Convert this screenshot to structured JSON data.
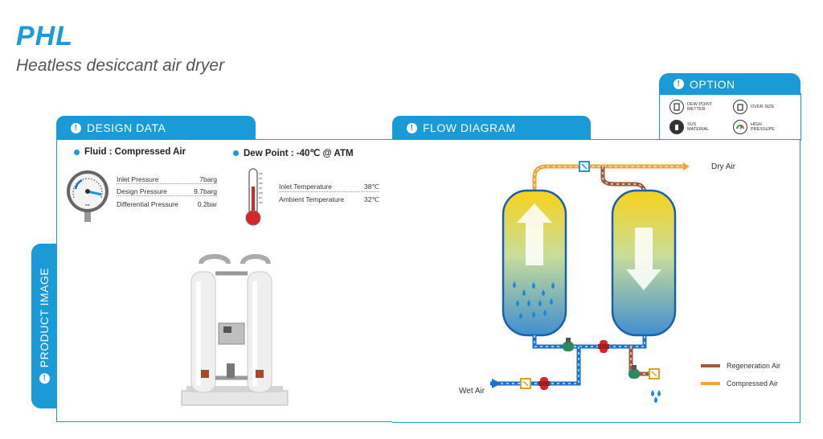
{
  "header": {
    "title": "PHL",
    "subtitle": "Heatless desiccant air dryer"
  },
  "design_data": {
    "tab_label": "DESIGN DATA",
    "fluid": "Fluid : Compressed Air",
    "dew_point": "Dew Point : -40℃ @ ATM",
    "pressure_specs": [
      {
        "label": "Inlet Pressure",
        "value": "7barg"
      },
      {
        "label": "Design Pressure",
        "value": "9.7barg"
      },
      {
        "label": "Differential Pressure",
        "value": "0.2bar"
      }
    ],
    "temperature_specs": [
      {
        "label": "Inlet Temperature",
        "value": "38℃"
      },
      {
        "label": "Ambient Temperature",
        "value": "32℃"
      }
    ]
  },
  "product_image": {
    "tab_label": "PRODUCT IMAGE"
  },
  "flow_diagram": {
    "tab_label": "FLOW DIAGRAM",
    "dry_air": "Dry Air",
    "wet_air": "Wet Air",
    "legend": [
      {
        "label": "Regeneration Air",
        "color": "#9b5a3c"
      },
      {
        "label": "Compressed Air",
        "color": "#f2a33a"
      }
    ]
  },
  "option": {
    "tab_label": "OPTION",
    "items": [
      {
        "line1": "DEW POINT",
        "line2": "METTER",
        "icon": "dew-point-meter-icon"
      },
      {
        "line1": "OVER SIZE",
        "line2": "",
        "icon": "over-size-icon"
      },
      {
        "line1": "SUS",
        "line2": "MATERIAL",
        "icon": "sus-material-icon"
      },
      {
        "line1": "HIGH",
        "line2": "PRESSUPE",
        "icon": "high-pressure-icon"
      }
    ]
  },
  "colors": {
    "accent": "#1a9ad6",
    "regeneration": "#9b5a3c",
    "compressed": "#f2a33a"
  }
}
